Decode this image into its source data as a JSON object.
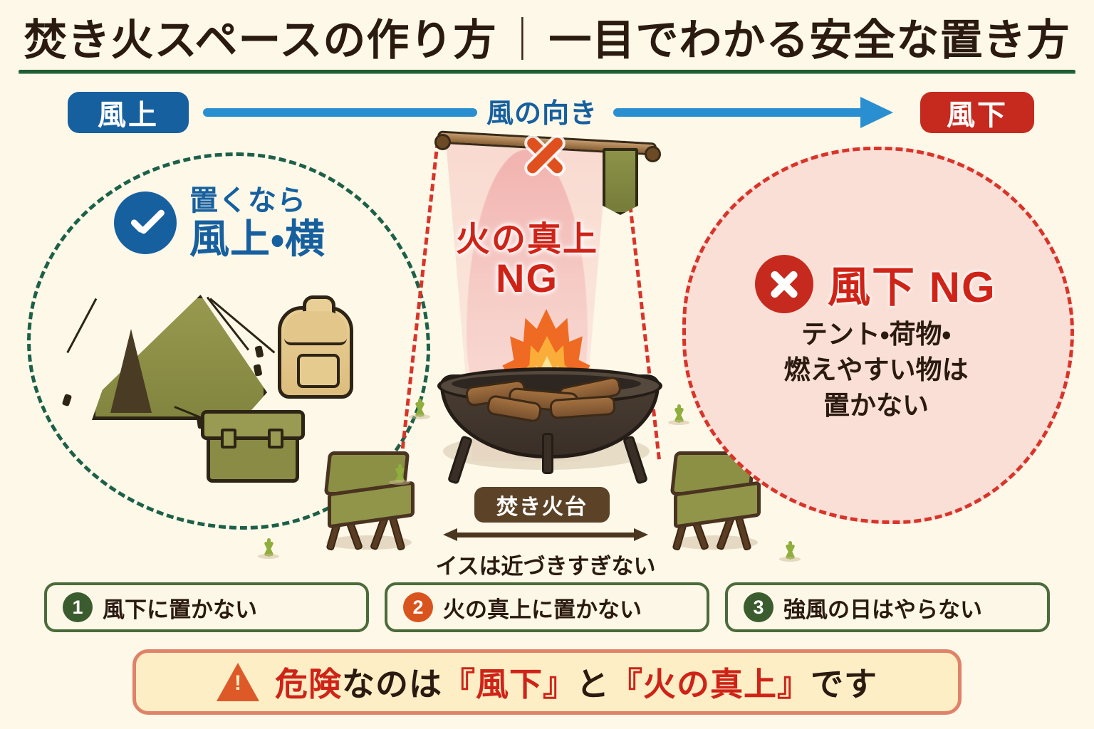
{
  "page": {
    "title_main": "焚き火スペースの作り方",
    "title_sep": "｜",
    "title_sub": "一目でわかる安全な置き方",
    "background_color": "#fdf8e8"
  },
  "wind_bar": {
    "windward_label": "風上",
    "windward_color": "#17609f",
    "direction_label": "風の向き",
    "arrow_color": "#2a8fd0",
    "leeward_label": "風下",
    "leeward_color": "#c62a1e"
  },
  "ok_zone": {
    "check_icon": "check-circle-icon",
    "line1": "置くなら",
    "line2": "風上・横",
    "text_color": "#17609f",
    "border_color": "#1d6048",
    "items": [
      "tent",
      "backpack",
      "storage-crate"
    ]
  },
  "center_zone": {
    "x_icon": "x-mark-icon",
    "pole_item": "clothesline-pole",
    "hanging_item": "towel",
    "ng_line1": "火の真上",
    "ng_line2": "NG",
    "ng_color": "#cf2318",
    "pit_label": "焚き火台",
    "pit_label_bg": "#5c4327",
    "distance_caption": "イスは近づきすぎない",
    "cone_border_color": "#d8342a"
  },
  "ng_zone": {
    "x_icon": "x-circle-icon",
    "title": "風下 NG",
    "title_color": "#cf2318",
    "body_line1": "テント・荷物・",
    "body_line2": "燃えやすい物は",
    "body_line3": "置かない",
    "fill_color": "#fadfd6",
    "border_color": "#d8342a"
  },
  "rules": [
    {
      "num": "1",
      "text": "風下に置かない",
      "badge_color": "#3b5c2e"
    },
    {
      "num": "2",
      "text": "火の真上に置かない",
      "badge_color": "#d9531e"
    },
    {
      "num": "3",
      "text": "強風の日はやらない",
      "badge_color": "#3b5c2e"
    }
  ],
  "warning": {
    "icon": "warning-triangle-icon",
    "part1": "危険",
    "part2": "なのは",
    "part3": "『風下』",
    "part4": "と",
    "part5": "『火の真上』",
    "part6": "です",
    "accent_color": "#cf2318",
    "bg_color": "#fdeec5"
  }
}
